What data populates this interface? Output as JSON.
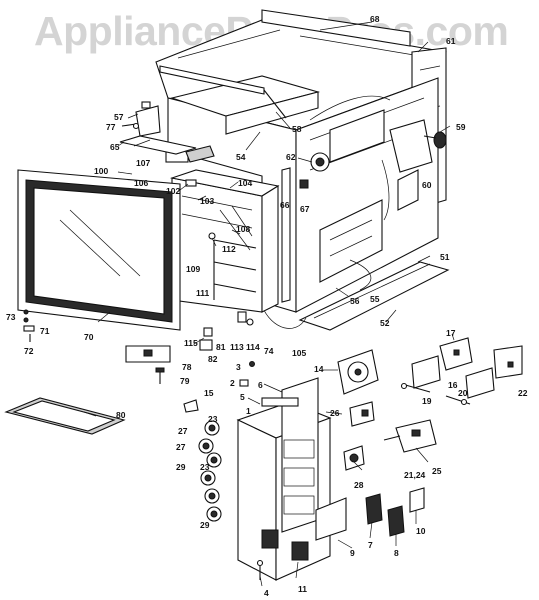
{
  "watermark": "AppliancePartsPros.com",
  "callouts": [
    {
      "id": "c68",
      "text": "68"
    },
    {
      "id": "c61",
      "text": "61"
    },
    {
      "id": "c57",
      "text": "57"
    },
    {
      "id": "c77",
      "text": "77"
    },
    {
      "id": "c58",
      "text": "58"
    },
    {
      "id": "c59",
      "text": "59"
    },
    {
      "id": "c65",
      "text": "65"
    },
    {
      "id": "c54",
      "text": "54"
    },
    {
      "id": "c62",
      "text": "62"
    },
    {
      "id": "c107",
      "text": "107"
    },
    {
      "id": "c100",
      "text": "100"
    },
    {
      "id": "c106",
      "text": "106"
    },
    {
      "id": "c102",
      "text": "102"
    },
    {
      "id": "c104",
      "text": "104"
    },
    {
      "id": "c103",
      "text": "103"
    },
    {
      "id": "c66",
      "text": "66"
    },
    {
      "id": "c67",
      "text": "67"
    },
    {
      "id": "c60",
      "text": "60"
    },
    {
      "id": "c108",
      "text": "108"
    },
    {
      "id": "c112",
      "text": "112"
    },
    {
      "id": "c109",
      "text": "109"
    },
    {
      "id": "c111",
      "text": "111"
    },
    {
      "id": "c51",
      "text": "51"
    },
    {
      "id": "c56",
      "text": "56"
    },
    {
      "id": "c55",
      "text": "55"
    },
    {
      "id": "c52",
      "text": "52"
    },
    {
      "id": "c73",
      "text": "73"
    },
    {
      "id": "c71",
      "text": "71"
    },
    {
      "id": "c72",
      "text": "72"
    },
    {
      "id": "c70",
      "text": "70"
    },
    {
      "id": "c115",
      "text": "115"
    },
    {
      "id": "c113",
      "text": "113"
    },
    {
      "id": "c114",
      "text": "114"
    },
    {
      "id": "c74",
      "text": "74"
    },
    {
      "id": "c105",
      "text": "105"
    },
    {
      "id": "c81",
      "text": "81"
    },
    {
      "id": "c82",
      "text": "82"
    },
    {
      "id": "c78",
      "text": "78"
    },
    {
      "id": "c79",
      "text": "79"
    },
    {
      "id": "c3",
      "text": "3"
    },
    {
      "id": "c17",
      "text": "17"
    },
    {
      "id": "c14",
      "text": "14"
    },
    {
      "id": "c16",
      "text": "16"
    },
    {
      "id": "c22",
      "text": "22"
    },
    {
      "id": "c20",
      "text": "20"
    },
    {
      "id": "c19",
      "text": "19"
    },
    {
      "id": "c2",
      "text": "2"
    },
    {
      "id": "c6",
      "text": "6"
    },
    {
      "id": "c15",
      "text": "15"
    },
    {
      "id": "c5",
      "text": "5"
    },
    {
      "id": "c1",
      "text": "1"
    },
    {
      "id": "c80",
      "text": "80"
    },
    {
      "id": "c26",
      "text": "26"
    },
    {
      "id": "c23a",
      "text": "23"
    },
    {
      "id": "c27a",
      "text": "27"
    },
    {
      "id": "c27b",
      "text": "27"
    },
    {
      "id": "c23b",
      "text": "23"
    },
    {
      "id": "c29a",
      "text": "29"
    },
    {
      "id": "c29b",
      "text": "29"
    },
    {
      "id": "c28",
      "text": "28"
    },
    {
      "id": "c2124",
      "text": "21,24"
    },
    {
      "id": "c25",
      "text": "25"
    },
    {
      "id": "c10",
      "text": "10"
    },
    {
      "id": "c9",
      "text": "9"
    },
    {
      "id": "c7",
      "text": "7"
    },
    {
      "id": "c8",
      "text": "8"
    },
    {
      "id": "c4",
      "text": "4"
    },
    {
      "id": "c11",
      "text": "11"
    }
  ]
}
